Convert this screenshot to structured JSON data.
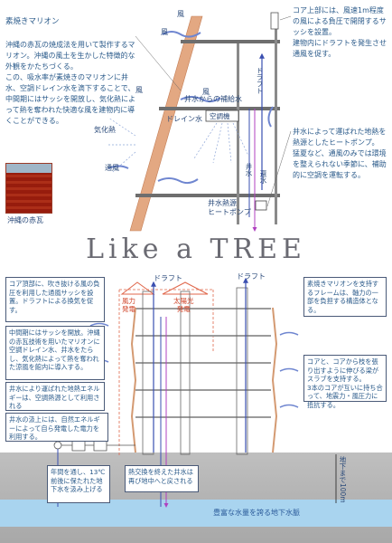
{
  "top": {
    "left_title": "素焼きマリオン",
    "left_body": "沖縄の赤瓦の焼成法を用いて製作するマリオン。沖縄の風土を生かした特徴的な外観をかたちづくる。\nこの、吸水率が素焼きのマリオンに井水、空調ドレイン水を滴下することで、中間期にはサッシを開放し、気化熱によって熱を奪われた快適な風を建物内に導くことができる。",
    "right_top": "コア上部には、風速1m程度の風による負圧で開閉するサッシを設置。\n建物内にドラフトを発生させ通風を促す。",
    "right_mid": "井水によって運ばれた地熱を熱源としたヒートポンプ。\n猛夏など、通風のみでは環境を整えられない季節に、補助的に空調を運転する。",
    "labels": {
      "wind_1": "風",
      "wind_2": "風",
      "wind_3": "風",
      "wind_4": "風",
      "draft": "ドラフト",
      "supply": "井水からの補給水",
      "drain": "ドレイン水",
      "aircon": "空調機",
      "evap": "気化熱",
      "flow": "通風",
      "well": "井水",
      "return": "還水",
      "heatpump": "井水熱源\nヒートポンプ"
    },
    "photo_caption": "沖縄の赤瓦"
  },
  "title": "Like a TREE",
  "section": {
    "draft_left": "ドラフト",
    "draft_right": "ドラフト",
    "wind_power": "風力\n発電",
    "solar_power": "太陽光\n発電",
    "depth": "地下まで100m",
    "aquifer": "豊富な水量を誇る地下水脈",
    "box_core": "コア頂部に、吹き抜ける風の負圧を利用した通風サッシを設置。ドラフトによる換気を促す。",
    "box_mid": "中間期にはサッシを開放。沖縄の赤瓦技術を用いたマリオンに空調ドレイン水、井水をたらし、気化熱によって熱を奪われた涼風を館内に導入する。",
    "box_geo": "井水により運ばれた地熱エネルギーは、空調熱源として利用される",
    "box_energy": "井水の汲上には、自然エネルギーによって自ら発電した電力を利用する。",
    "box_pump": "年間を通し、13℃前後に保たれた地下水を汲み上げる",
    "box_return": "熱交換を終えた井水は再び地中へと戻される",
    "box_frame": "素焼きマリオンを支持するフレームは、軸力の一部を負担する構造体となる。",
    "box_core_struct": "コアと、コアから枝を張り出すように伸びる梁がスラブを支持する。\n3本のコアが互いに持ち合って、地震力・風圧力に抵抗する。"
  }
}
